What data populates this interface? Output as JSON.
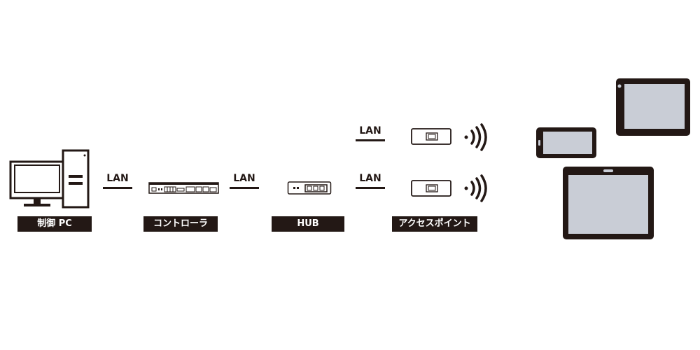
{
  "labels": {
    "pc": "制御 PC",
    "controller": "コントローラ",
    "hub": "HUB",
    "access_point": "アクセスポイント"
  },
  "links": {
    "pc_controller": "LAN",
    "controller_hub": "LAN",
    "hub_ap_top": "LAN",
    "hub_ap_bottom": "LAN"
  },
  "colors": {
    "ink": "#231815",
    "screen": "#c9cdd6",
    "device": "#231815"
  },
  "icons": {
    "pc": "desktop-pc-icon",
    "controller": "controller-unit-icon",
    "hub": "network-hub-icon",
    "access_point": "wireless-access-point-icon",
    "wifi": "wifi-signal-icon",
    "smartphone": "smartphone-icon",
    "tablet": "tablet-icon"
  }
}
